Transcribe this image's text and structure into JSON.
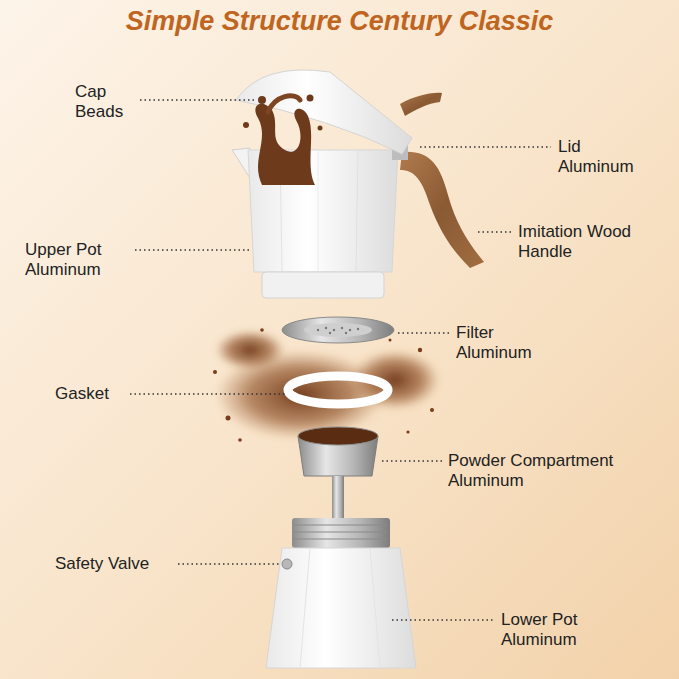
{
  "diagram": {
    "title": "Simple Structure Century Classic",
    "labels": [
      "Cap Beads",
      "Lid Aluminum",
      "Upper Pot Aluminum",
      "Imitation Wood Handle",
      "Filter Aluminum",
      "Gasket",
      "Powder Compartment Aluminum",
      "Safety Valve",
      "Lower Pot Aluminum"
    ]
  }
}
